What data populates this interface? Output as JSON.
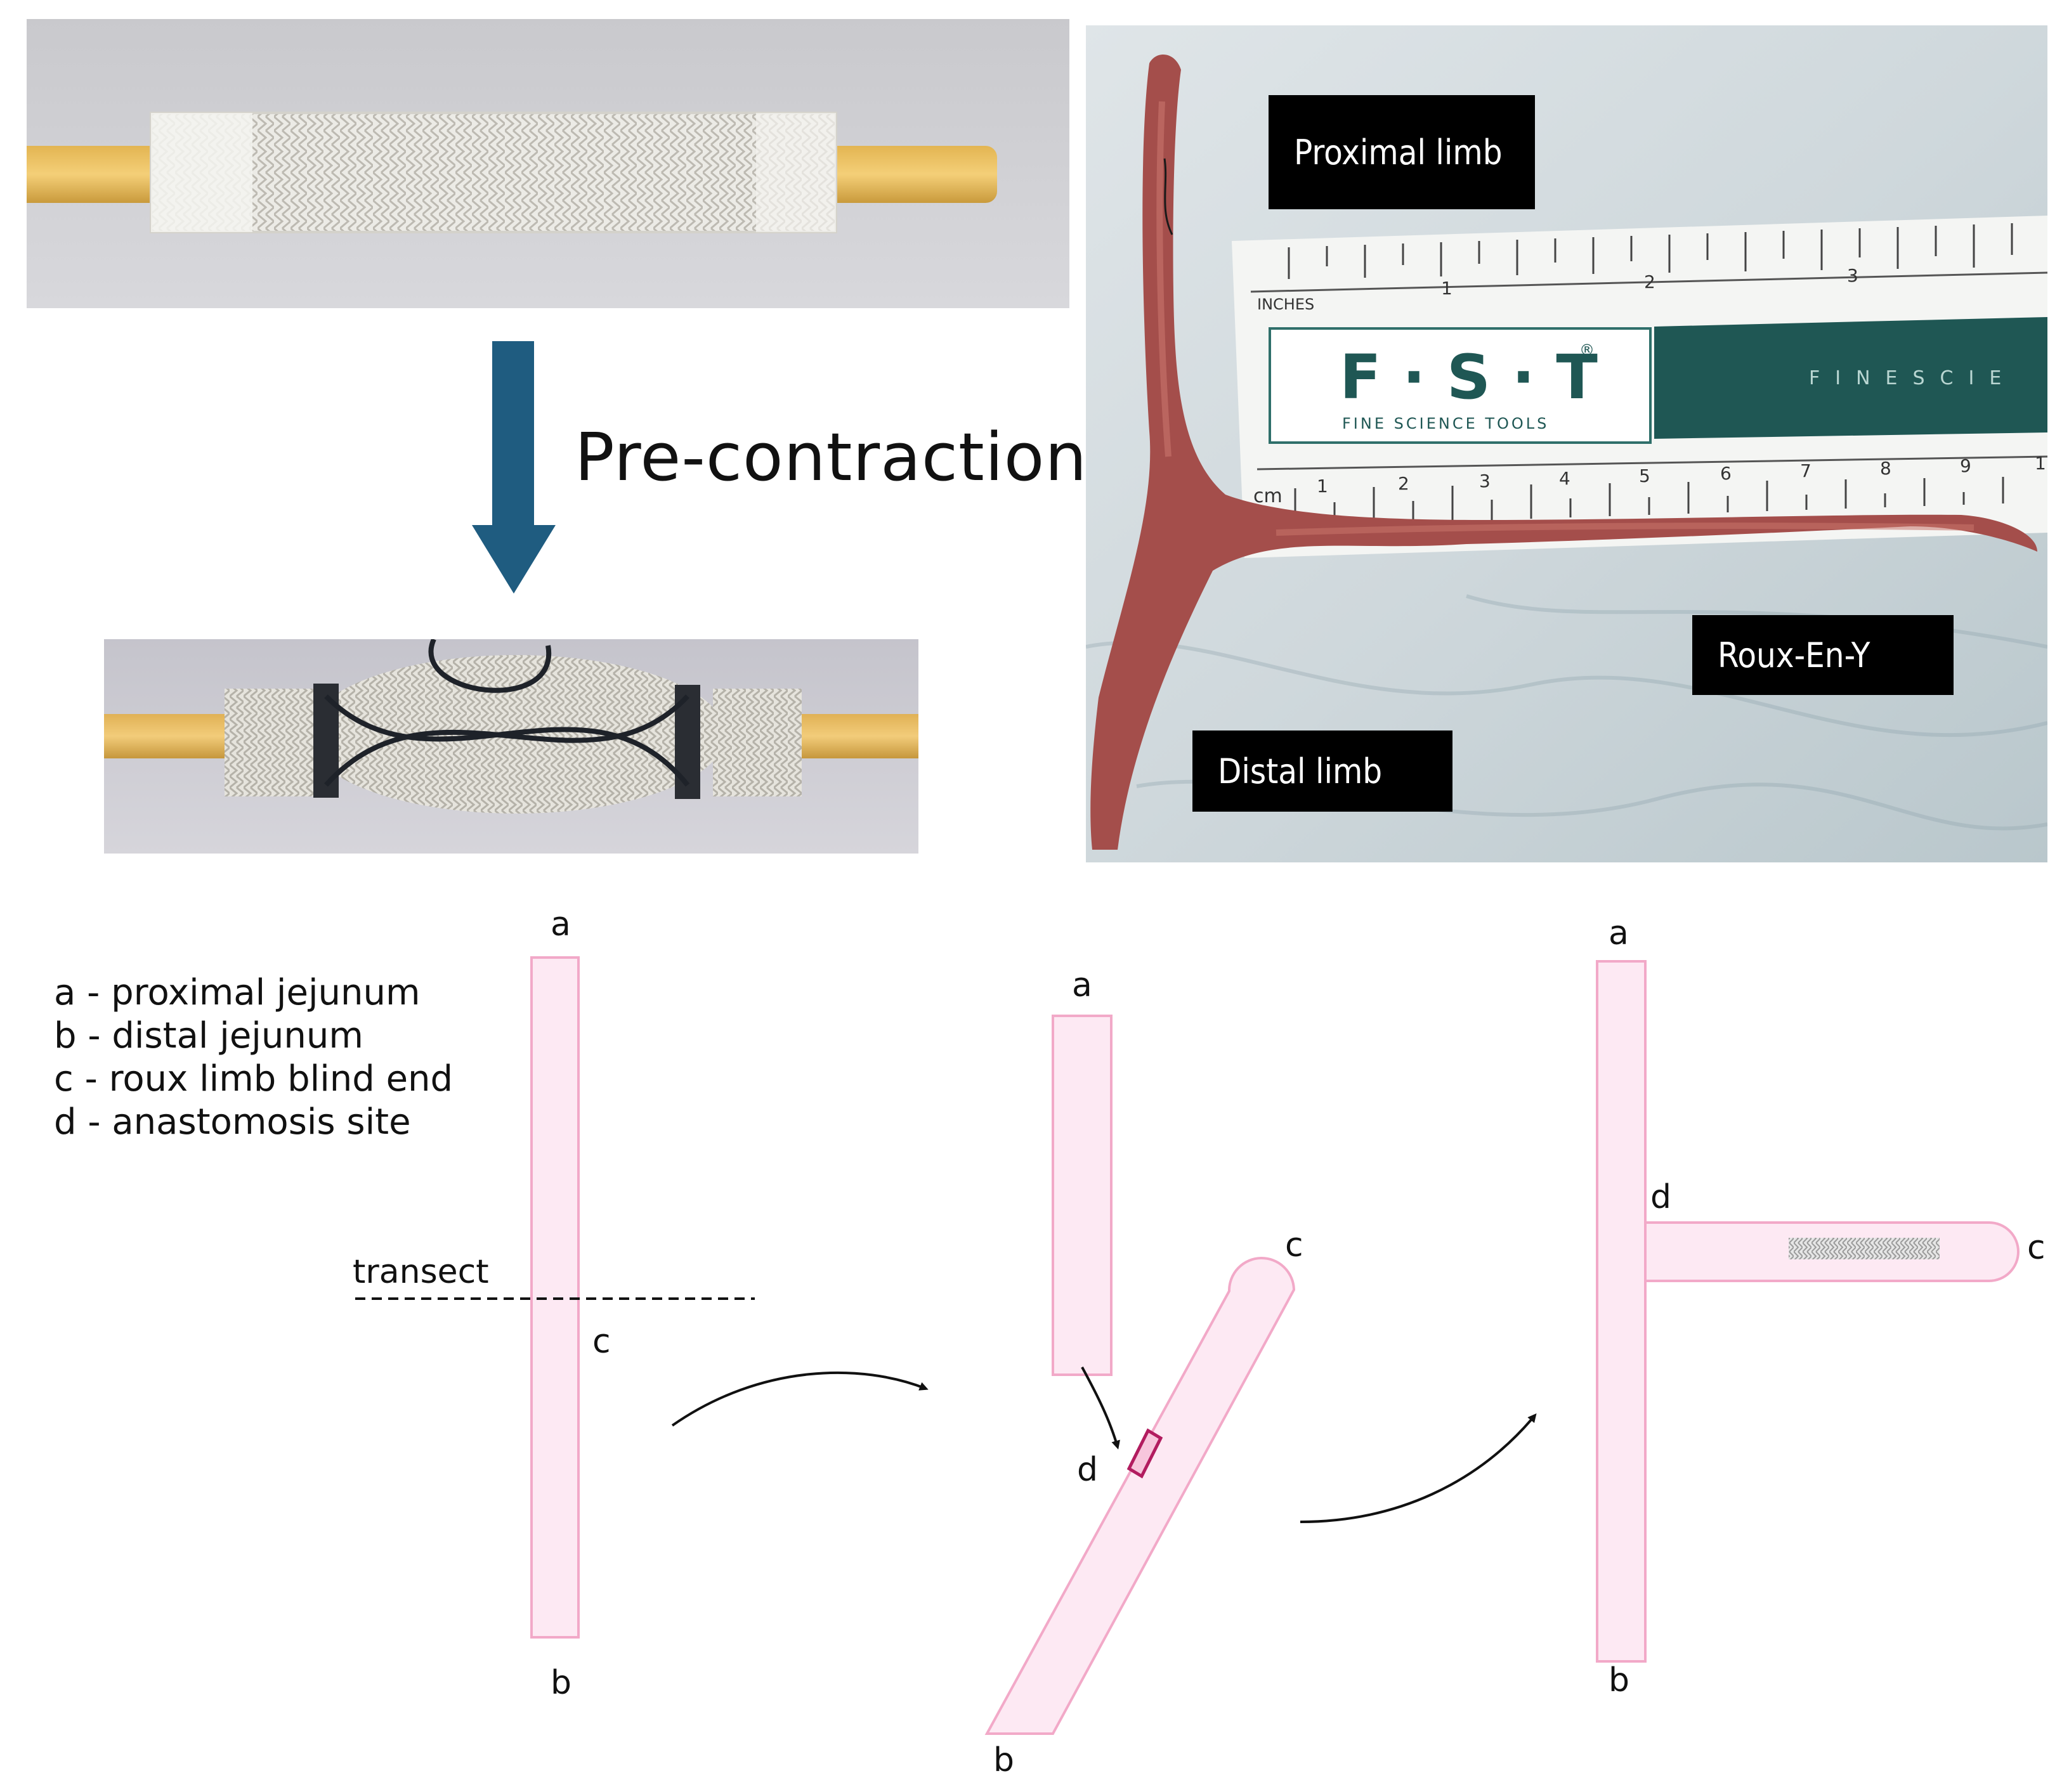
{
  "top_left": {
    "step_label": "Pre-contraction"
  },
  "photo_right": {
    "labels": {
      "proximal_limb": "Proximal limb",
      "roux_en_y": "Roux-En-Y",
      "distal_limb": "Distal limb"
    },
    "ruler": {
      "inches_label": "INCHES",
      "inch_ticks": [
        "1",
        "2",
        "3"
      ],
      "brand": "F · S · T",
      "brand_mark": "®",
      "brand_sub": "FINE SCIENCE TOOLS",
      "brand_right": "FINESCIE",
      "cm_label": "cm",
      "cm_ticks": [
        "1",
        "2",
        "3",
        "4",
        "5",
        "6",
        "7",
        "8",
        "9",
        "1"
      ]
    }
  },
  "legend": {
    "items": [
      "a - proximal jejunum",
      "b - distal jejunum",
      "c - roux limb blind end",
      "d - anastomosis site"
    ]
  },
  "diagram": {
    "panel1": {
      "top": "a",
      "bottom": "b",
      "cut": "c",
      "transect": "transect"
    },
    "panel2": {
      "top": "a",
      "bottom": "b",
      "end": "c",
      "site": "d"
    },
    "panel3": {
      "top": "a",
      "bottom": "b",
      "end": "c",
      "site": "d"
    }
  },
  "colors": {
    "limb_fill": "#fde9f3",
    "limb_stroke": "#f2a9c8",
    "arrow_blue": "#1f5c80",
    "anastomosis": "#b21c5f",
    "tissue": "#a44e4b"
  }
}
